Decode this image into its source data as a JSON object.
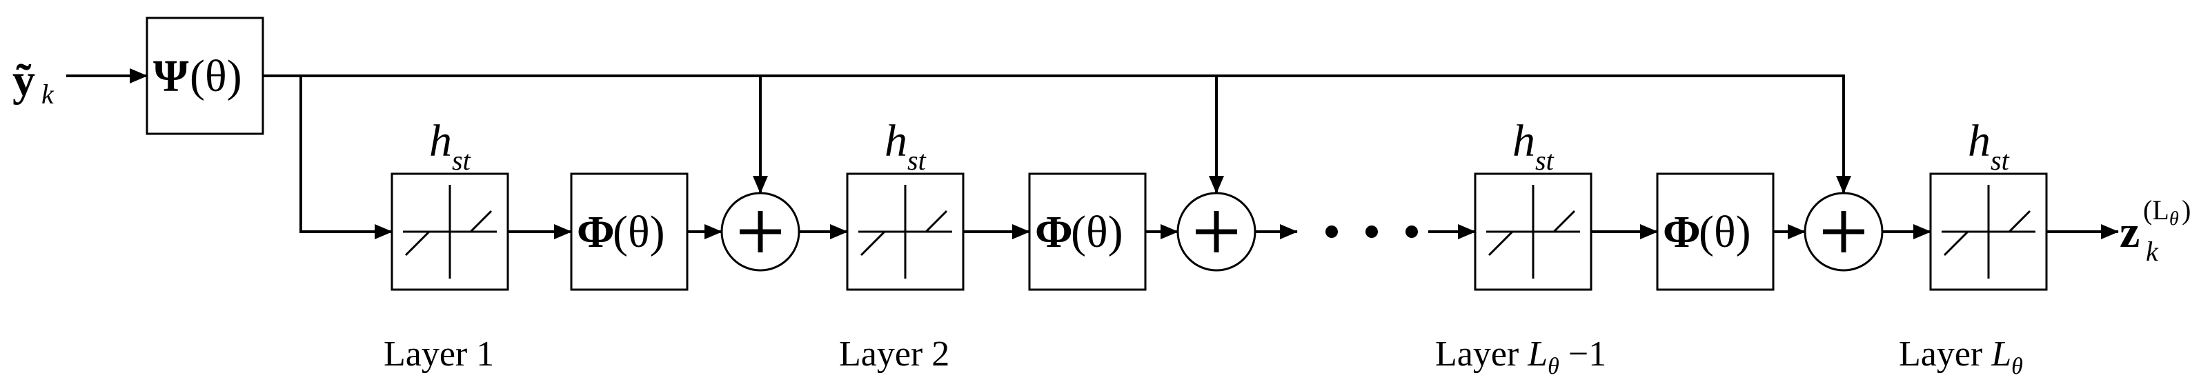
{
  "input": {
    "symbol": "ỹ",
    "subscript": "k"
  },
  "psi_block": {
    "symbol": "Ψ",
    "arg": "(θ)"
  },
  "phi_block": {
    "symbol": "Φ",
    "arg": "(θ)"
  },
  "threshold": {
    "label": "h",
    "subscript": "st"
  },
  "adder_symbol": "+",
  "ellipsis": "• • •",
  "output": {
    "symbol": "z",
    "subscript": "k",
    "superscript": "(L",
    "superscript_sub": "θ",
    "superscript_close": ")"
  },
  "layers": [
    {
      "text": "Layer 1"
    },
    {
      "text": "Layer 2"
    },
    {
      "text": "Layer ",
      "var": "L",
      "var_sub": "θ",
      "suffix": " −1"
    },
    {
      "text": "Layer ",
      "var": "L",
      "var_sub": "θ",
      "suffix": ""
    }
  ]
}
